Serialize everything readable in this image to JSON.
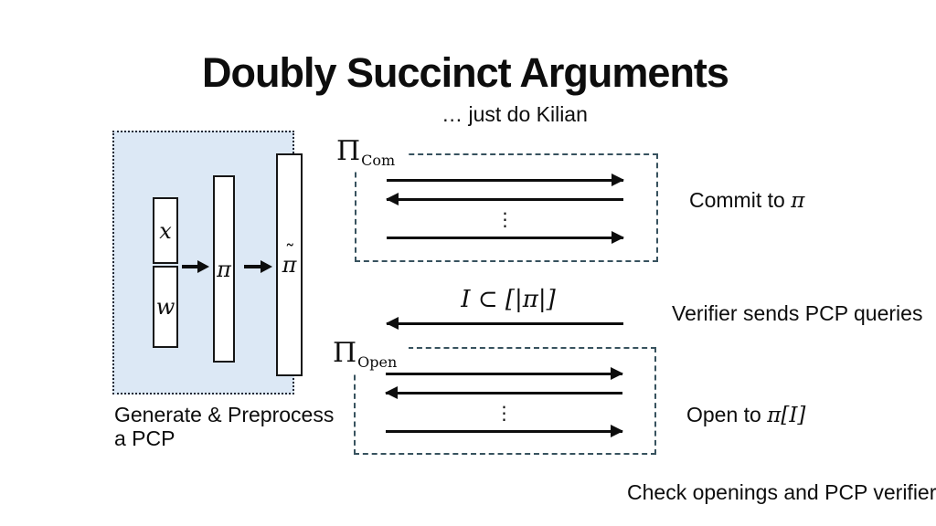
{
  "slide": {
    "title": "Doubly Succinct Arguments",
    "subtitle": "… just do Kilian"
  },
  "preprocess": {
    "input_top": "x",
    "input_bottom": "w",
    "pcp": "π",
    "encoded_pcp_base": "π",
    "encoded_pcp_accent": "˜",
    "caption_line1": "Generate & Preprocess",
    "caption_line2": "a PCP"
  },
  "protocols": {
    "com": {
      "base": "Π",
      "sub": "Com",
      "messages": [
        "right",
        "left",
        "dots",
        "right"
      ]
    },
    "open": {
      "base": "Π",
      "sub": "Open",
      "messages": [
        "right",
        "left",
        "dots",
        "right"
      ]
    }
  },
  "query": {
    "formula": "I ⊂ [|π|]"
  },
  "annotations": {
    "commit_prefix": "Commit to ",
    "commit_math": "π",
    "verifier_queries": "Verifier sends PCP queries",
    "open_prefix": "Open to ",
    "open_math": "π[I]",
    "check": "Check openings and PCP verifier"
  },
  "icons": {
    "vertical_ellipsis": "⋮"
  },
  "colors": {
    "ink": "#0d0d0d",
    "dashed_border": "#37525e",
    "panel_fill": "#dce8f5"
  }
}
